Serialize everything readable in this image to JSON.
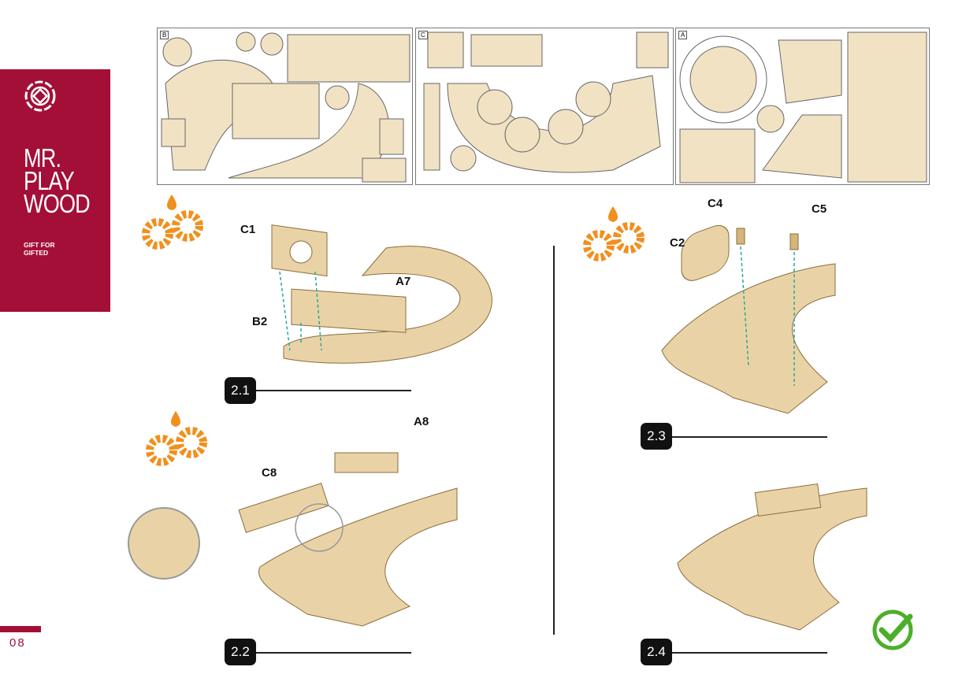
{
  "brand": {
    "name_line1": "MR.",
    "name_line2": "PLAY",
    "name_line3": "WOOD",
    "tagline_line1": "GIFT FOR",
    "tagline_line2": "GIFTED",
    "color": "#a30f37"
  },
  "page_number": "08",
  "sheets": [
    {
      "label": "B"
    },
    {
      "label": "C"
    },
    {
      "label": "A"
    }
  ],
  "steps": [
    {
      "number": "2.1",
      "parts": [
        "C1",
        "A7",
        "B2"
      ]
    },
    {
      "number": "2.2",
      "parts": [
        "C8",
        "A8"
      ]
    },
    {
      "number": "2.3",
      "parts": [
        "C4",
        "C5",
        "C2"
      ]
    },
    {
      "number": "2.4",
      "parts": []
    }
  ],
  "colors": {
    "accent_orange": "#f0901e",
    "wood": "#e9d3a6",
    "arrow": "#2aa79b",
    "check": "#4caf2a"
  }
}
